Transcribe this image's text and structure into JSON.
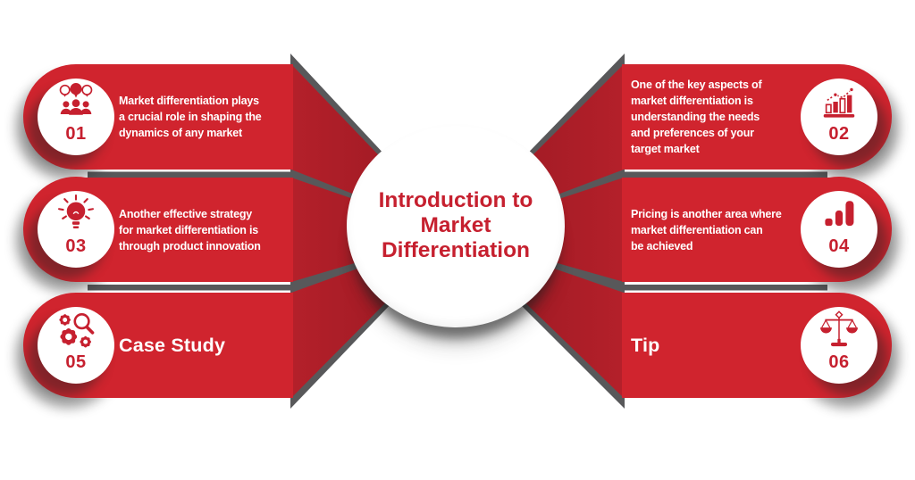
{
  "title": {
    "lines": [
      "Introduction to",
      "Market Differentiation"
    ]
  },
  "colors": {
    "banner_red": "#d0242e",
    "fold_red": "#b4202a",
    "fold_red_dark": "#971822",
    "accent_red": "#c6202f",
    "shadow_gray": "#58585a",
    "text_white": "#ffffff",
    "circle_bg": "#ffffff"
  },
  "items": [
    {
      "number": "01",
      "side": "left",
      "icon": "audience-speech-bubbles-icon",
      "lines": [
        "Market differentiation plays",
        "a crucial role in shaping the",
        "dynamics of any market"
      ]
    },
    {
      "number": "02",
      "side": "right",
      "icon": "bar-chart-trend-icon",
      "lines": [
        "One of the key aspects of",
        "market differentiation is",
        "understanding the needs",
        "and preferences of your",
        "target market"
      ]
    },
    {
      "number": "03",
      "side": "left",
      "icon": "lightbulb-icon",
      "lines": [
        "Another effective strategy",
        "for market differentiation is",
        "through product innovation"
      ]
    },
    {
      "number": "04",
      "side": "right",
      "icon": "growth-bars-icon",
      "lines": [
        "Pricing is another area where",
        "market differentiation can",
        "be achieved"
      ]
    },
    {
      "number": "05",
      "side": "left",
      "icon": "gears-magnifier-icon",
      "emphasis": true,
      "lines": [
        "Case Study"
      ]
    },
    {
      "number": "06",
      "side": "right",
      "icon": "balance-scale-icon",
      "emphasis": true,
      "lines": [
        "Tip"
      ]
    }
  ]
}
